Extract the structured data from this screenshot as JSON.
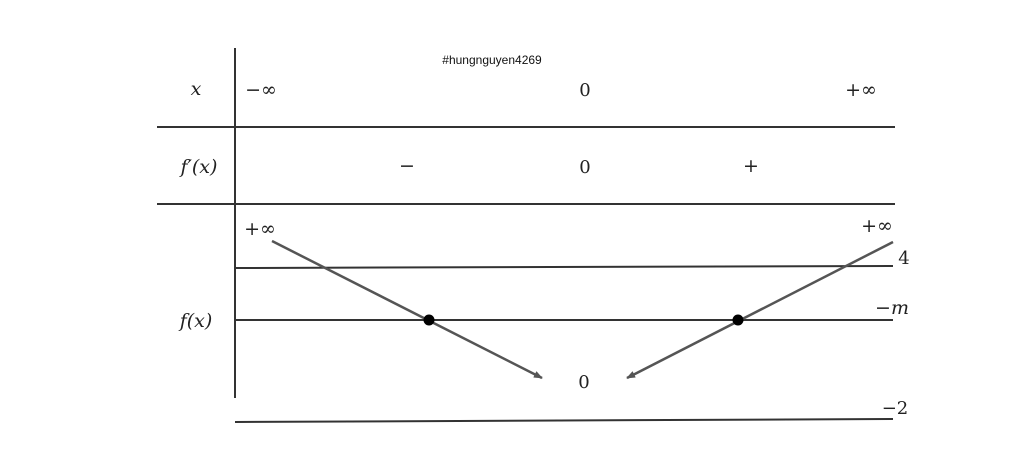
{
  "watermark": "#hungnguyen4269",
  "table": {
    "row_labels": {
      "x": "x",
      "derivative": "f′(x)",
      "function": "f(x)"
    },
    "x_values": {
      "left": "−∞",
      "middle": "0",
      "right": "+∞"
    },
    "derivative_values": {
      "left_sign": "−",
      "zero": "0",
      "right_sign": "+"
    },
    "function_values": {
      "left_limit": "+∞",
      "right_limit": "+∞",
      "minimum": "0"
    }
  },
  "lines": {
    "upper_label": "4",
    "middle_label": "−m",
    "lower_label": "−2"
  },
  "colors": {
    "line": "#333333",
    "arrow": "#555555",
    "dot": "#000000"
  }
}
